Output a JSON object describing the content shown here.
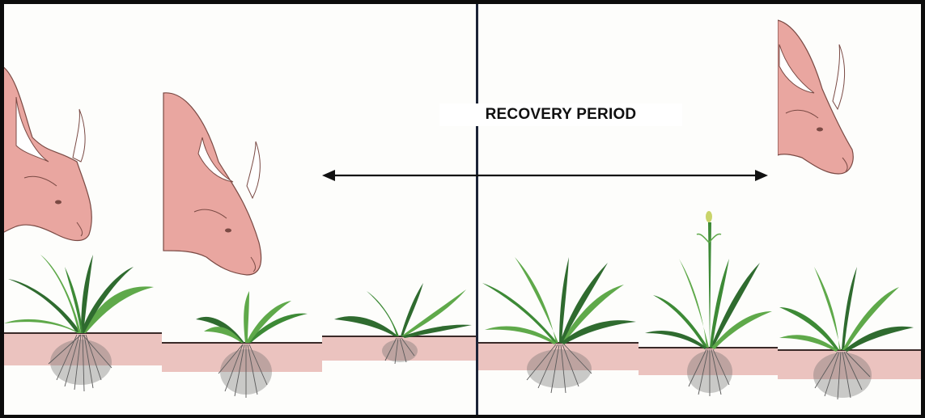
{
  "diagram": {
    "title": "RECOVERY PERIOD",
    "colors": {
      "cow": "#e9a6a0",
      "cow_outline": "#7a4a44",
      "horn": "#ffffff",
      "leaf_dark": "#2f6b2f",
      "leaf_light": "#5fa94a",
      "soil": "#e8b8b4",
      "soil_line": "#3a2a28",
      "roots": "#555555",
      "arrow": "#111111",
      "frame": "#0c0c0c",
      "divider": "#1c2437",
      "flower": "#c9d46a"
    },
    "panels": [
      {
        "name": "graze-1",
        "cow": true,
        "plant_size": "large",
        "flowering": false
      },
      {
        "name": "graze-2",
        "cow": true,
        "plant_size": "small",
        "flowering": false
      },
      {
        "name": "recovery-1",
        "cow": false,
        "plant_size": "small",
        "flowering": false
      },
      {
        "name": "recovery-2",
        "cow": false,
        "plant_size": "large",
        "flowering": false
      },
      {
        "name": "recovery-3",
        "cow": false,
        "plant_size": "large",
        "flowering": true
      },
      {
        "name": "graze-3",
        "cow": true,
        "plant_size": "large",
        "flowering": false
      }
    ]
  }
}
